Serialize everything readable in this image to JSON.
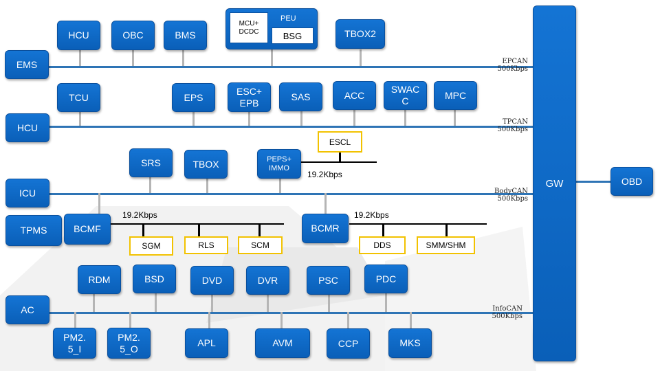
{
  "buses": {
    "epcan": {
      "name": "EPCAN",
      "rate": "500Kbps"
    },
    "tpcan": {
      "name": "TPCAN",
      "rate": "500Kbps"
    },
    "bodycan": {
      "name": "BodyCAN",
      "rate": "500Kbps"
    },
    "infocan": {
      "name": "InfoCAN",
      "rate": "500Kbps"
    }
  },
  "lin_rates": {
    "immo": "19.2Kbps",
    "bcmf": "19.2Kbps",
    "bcmr": "19.2Kbps"
  },
  "gateway": "GW",
  "obd": "OBD",
  "peu": {
    "label": "PEU",
    "mcu": "MCU+\nDCDC",
    "bsg": "BSG"
  },
  "epcan_nodes": {
    "ems": "EMS",
    "hcu": "HCU",
    "obc": "OBC",
    "bms": "BMS",
    "tbox2": "TBOX2"
  },
  "tpcan_nodes": {
    "hcu": "HCU",
    "tcu": "TCU",
    "eps": "EPS",
    "esc": "ESC+\nEPB",
    "sas": "SAS",
    "acc": "ACC",
    "swac": "SWAC\nC",
    "mpc": "MPC"
  },
  "body_nodes": {
    "icu": "ICU",
    "srs": "SRS",
    "tbox": "TBOX",
    "peps": "PEPS+\nIMMO",
    "escl": "ESCL",
    "tpms": "TPMS",
    "bcmf": "BCMF",
    "bcmr": "BCMR"
  },
  "lin_nodes": {
    "sgm": "SGM",
    "rls": "RLS",
    "scm": "SCM",
    "dds": "DDS",
    "smm": "SMM/SHM"
  },
  "info_nodes": {
    "ac": "AC",
    "rdm": "RDM",
    "bsd": "BSD",
    "dvd": "DVD",
    "dvr": "DVR",
    "psc": "PSC",
    "pdc": "PDC",
    "pm_i": "PM2.\n5_I",
    "pm_o": "PM2.\n5_O",
    "apl": "APL",
    "avm": "AVM",
    "ccp": "CCP",
    "mks": "MKS"
  },
  "colors": {
    "ecu_blue": "#0a66c2",
    "bus_blue": "#2e74b5",
    "lin_yellow": "#f2c200"
  }
}
